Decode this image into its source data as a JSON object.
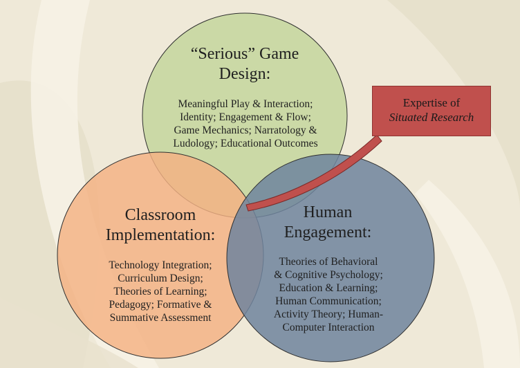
{
  "diagram": {
    "circles": [
      {
        "id": "game-design",
        "heading": [
          "“Serious” Game",
          "Design:"
        ],
        "body": [
          "Meaningful Play & Interaction;",
          "Identity; Engagement & Flow;",
          "Game Mechanics; Narratology &",
          "Ludology; Educational Outcomes"
        ],
        "color": "#c3d69b"
      },
      {
        "id": "classroom",
        "heading": [
          "Classroom",
          "Implementation:"
        ],
        "body": [
          "Technology Integration;",
          "Curriculum Design;",
          "Theories of Learning;",
          "Pedagogy; Formative &",
          "Summative Assessment"
        ],
        "color": "#f4b183"
      },
      {
        "id": "human-engagement",
        "heading": [
          "Human",
          "Engagement:"
        ],
        "body": [
          "Theories of Behavioral",
          "& Cognitive Psychology;",
          "Education & Learning;",
          "Human Communication;",
          "Activity Theory; Human-",
          "Computer Interaction"
        ],
        "color": "#7b8fa6"
      }
    ],
    "callout": {
      "line1": "Expertise of",
      "line2": "Situated Research",
      "color": "#c0504d"
    },
    "background": "#efe9d8"
  }
}
